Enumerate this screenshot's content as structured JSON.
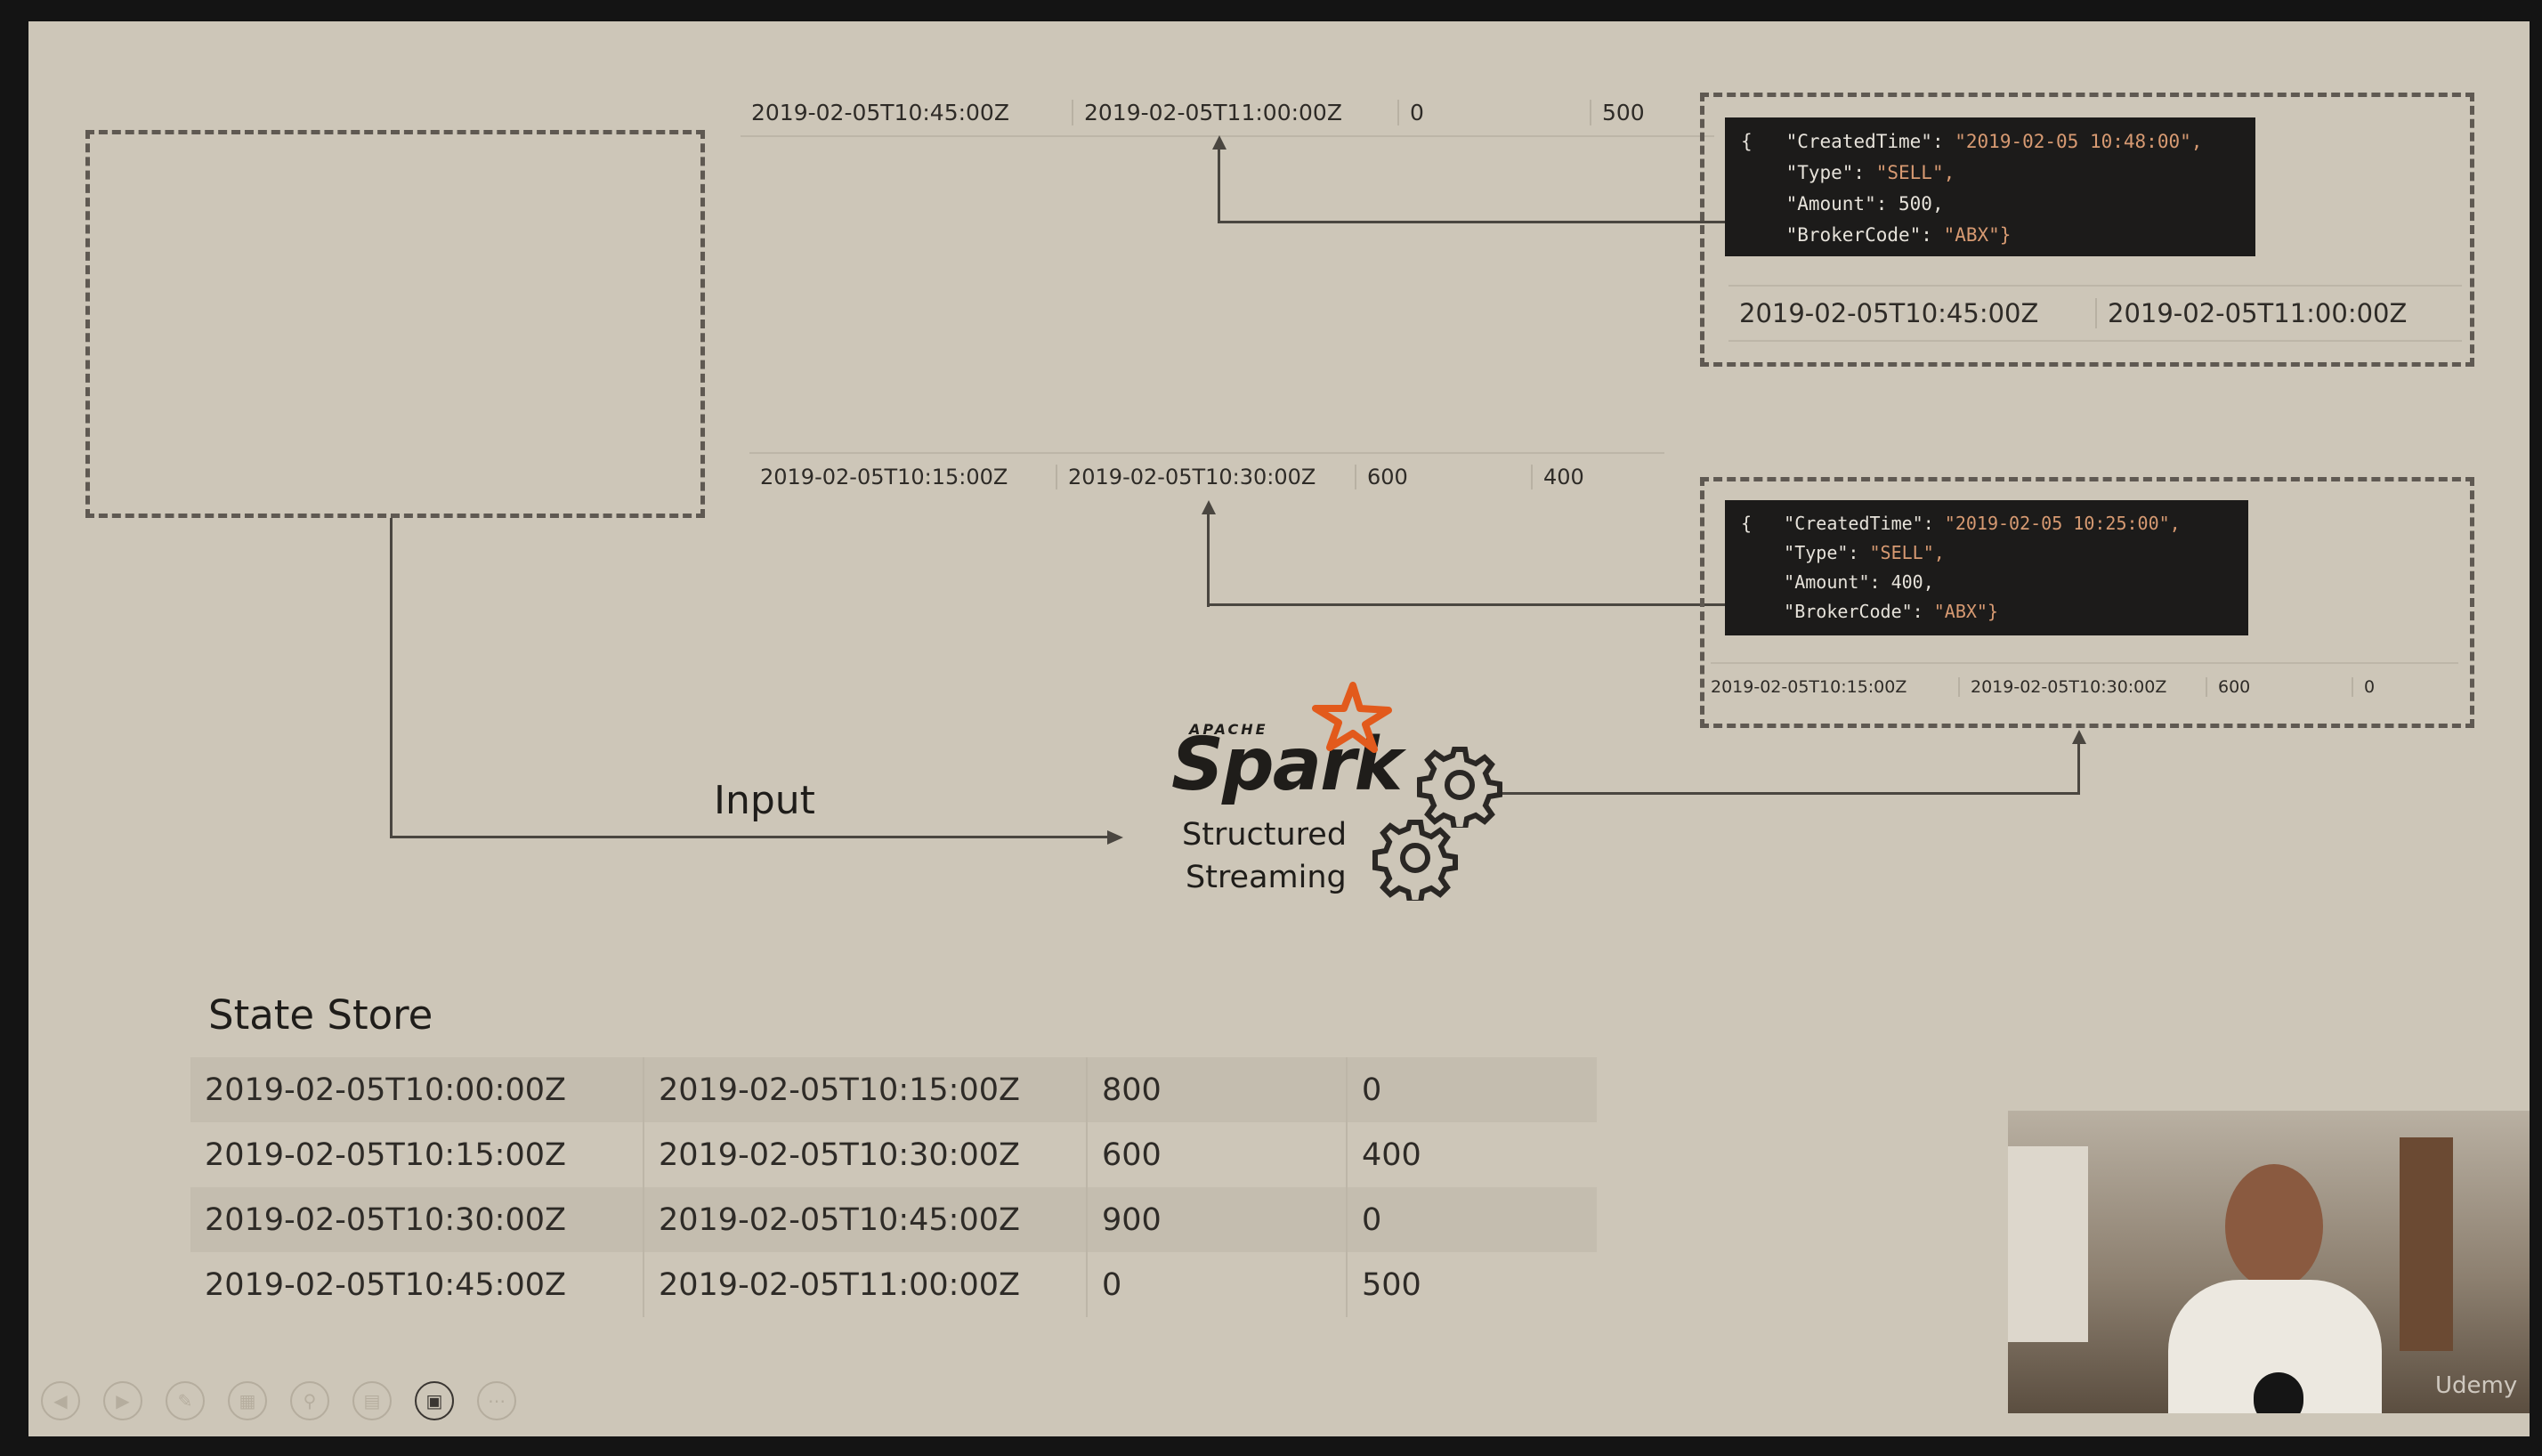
{
  "top_record": {
    "cells": [
      "2019-02-05T10:45:00Z",
      "2019-02-05T11:00:00Z",
      "0",
      "500"
    ]
  },
  "mid_record": {
    "cells": [
      "2019-02-05T10:15:00Z",
      "2019-02-05T10:30:00Z",
      "600",
      "400"
    ]
  },
  "event1": {
    "created_key": "\"CreatedTime\": ",
    "created_val": "\"2019-02-05 10:48:00\",",
    "type_key": "\"Type\": ",
    "type_val": "\"SELL\",",
    "amount": "\"Amount\": 500,",
    "broker_key": "\"BrokerCode\": ",
    "broker_val": "\"ABX\"}",
    "window": [
      "2019-02-05T10:45:00Z",
      "2019-02-05T11:00:00Z"
    ]
  },
  "event2": {
    "created_key": "\"CreatedTime\": ",
    "created_val": "\"2019-02-05 10:25:00\",",
    "type_key": "\"Type\": ",
    "type_val": "\"SELL\",",
    "amount": "\"Amount\": 400,",
    "broker_key": "\"BrokerCode\": ",
    "broker_val": "\"ABX\"}",
    "window": [
      "2019-02-05T10:15:00Z",
      "2019-02-05T10:30:00Z",
      "600",
      "0"
    ]
  },
  "brace": "{",
  "input_label": "Input",
  "spark": {
    "apache": "APACHE",
    "name": "Spark",
    "line1": "Structured",
    "line2": "Streaming"
  },
  "state_store": {
    "title": "State Store",
    "rows": [
      [
        "2019-02-05T10:00:00Z",
        "2019-02-05T10:15:00Z",
        "800",
        "0"
      ],
      [
        "2019-02-05T10:15:00Z",
        "2019-02-05T10:30:00Z",
        "600",
        "400"
      ],
      [
        "2019-02-05T10:30:00Z",
        "2019-02-05T10:45:00Z",
        "900",
        "0"
      ],
      [
        "2019-02-05T10:45:00Z",
        "2019-02-05T11:00:00Z",
        "0",
        "500"
      ]
    ]
  },
  "webcam_watermark": "Udemy",
  "toolbar_icons": [
    "prev-icon",
    "next-icon",
    "pen-icon",
    "slides-icon",
    "zoom-icon",
    "subtitle-icon",
    "camera-icon",
    "more-icon"
  ],
  "colors": {
    "slide_bg": "#cdc6b8",
    "code_bg": "#1c1b1a",
    "string": "#d79a72",
    "spark_orange": "#e25a1c"
  }
}
